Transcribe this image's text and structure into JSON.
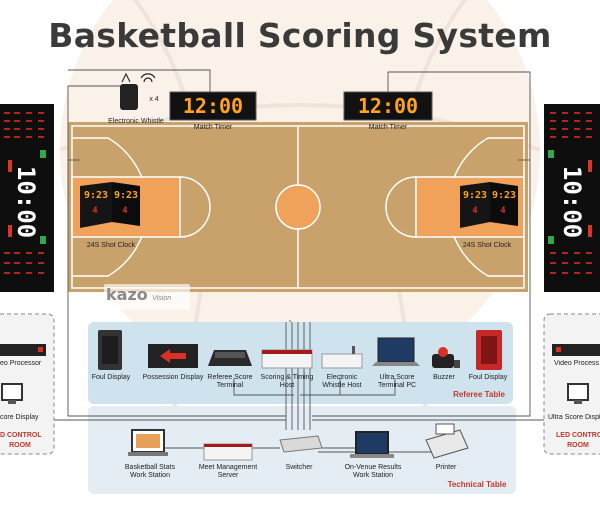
{
  "title": "Basketball Scoring System",
  "brand": {
    "logo": "kazo",
    "sub": "Vision"
  },
  "court": {
    "whistle_label": "Electronic Whistle",
    "whistle_count": "x 4",
    "timer_label_left": "Match Timer",
    "timer_label_right": "Match Timer",
    "timer_digits": "12:00",
    "shot_clock_label_left": "24S Shot Clock",
    "shot_clock_label_right": "24S Shot Clock",
    "shot_clock_digits": "9:23",
    "shot_clock_small": "4",
    "big_score_digits": "10:00"
  },
  "referee_table": {
    "title": "Referee Table",
    "items": [
      "Foul Display",
      "Possession Display",
      "Referee Score Terminal",
      "Scoring & Timing Host",
      "Electronic Whistle Host",
      "Ultra Score Terminal PC",
      "Buzzer",
      "Foul Display"
    ]
  },
  "technical_table": {
    "title": "Technical Table",
    "items": [
      "Basketball Stats Work Station",
      "Meet Management Server",
      "Switcher",
      "On-Venue Results Work Station",
      "Printer"
    ]
  },
  "led_room_left": {
    "video_processor": "eo Processor",
    "score_display": "core Display",
    "room_title_1": "D CONTROL",
    "room_title_2": "ROOM"
  },
  "led_room_right": {
    "video_processor": "Video Process",
    "score_display": "Ultra Score Display",
    "room_title_1": "LED CONTRO",
    "room_title_2": "ROOM"
  },
  "colors": {
    "court_wood": "#c9a26b",
    "paint": "#f1a25a",
    "panel_blue": "#cfe3ef",
    "led_orange": "#ffa31a",
    "accent_red": "#c0392b"
  }
}
